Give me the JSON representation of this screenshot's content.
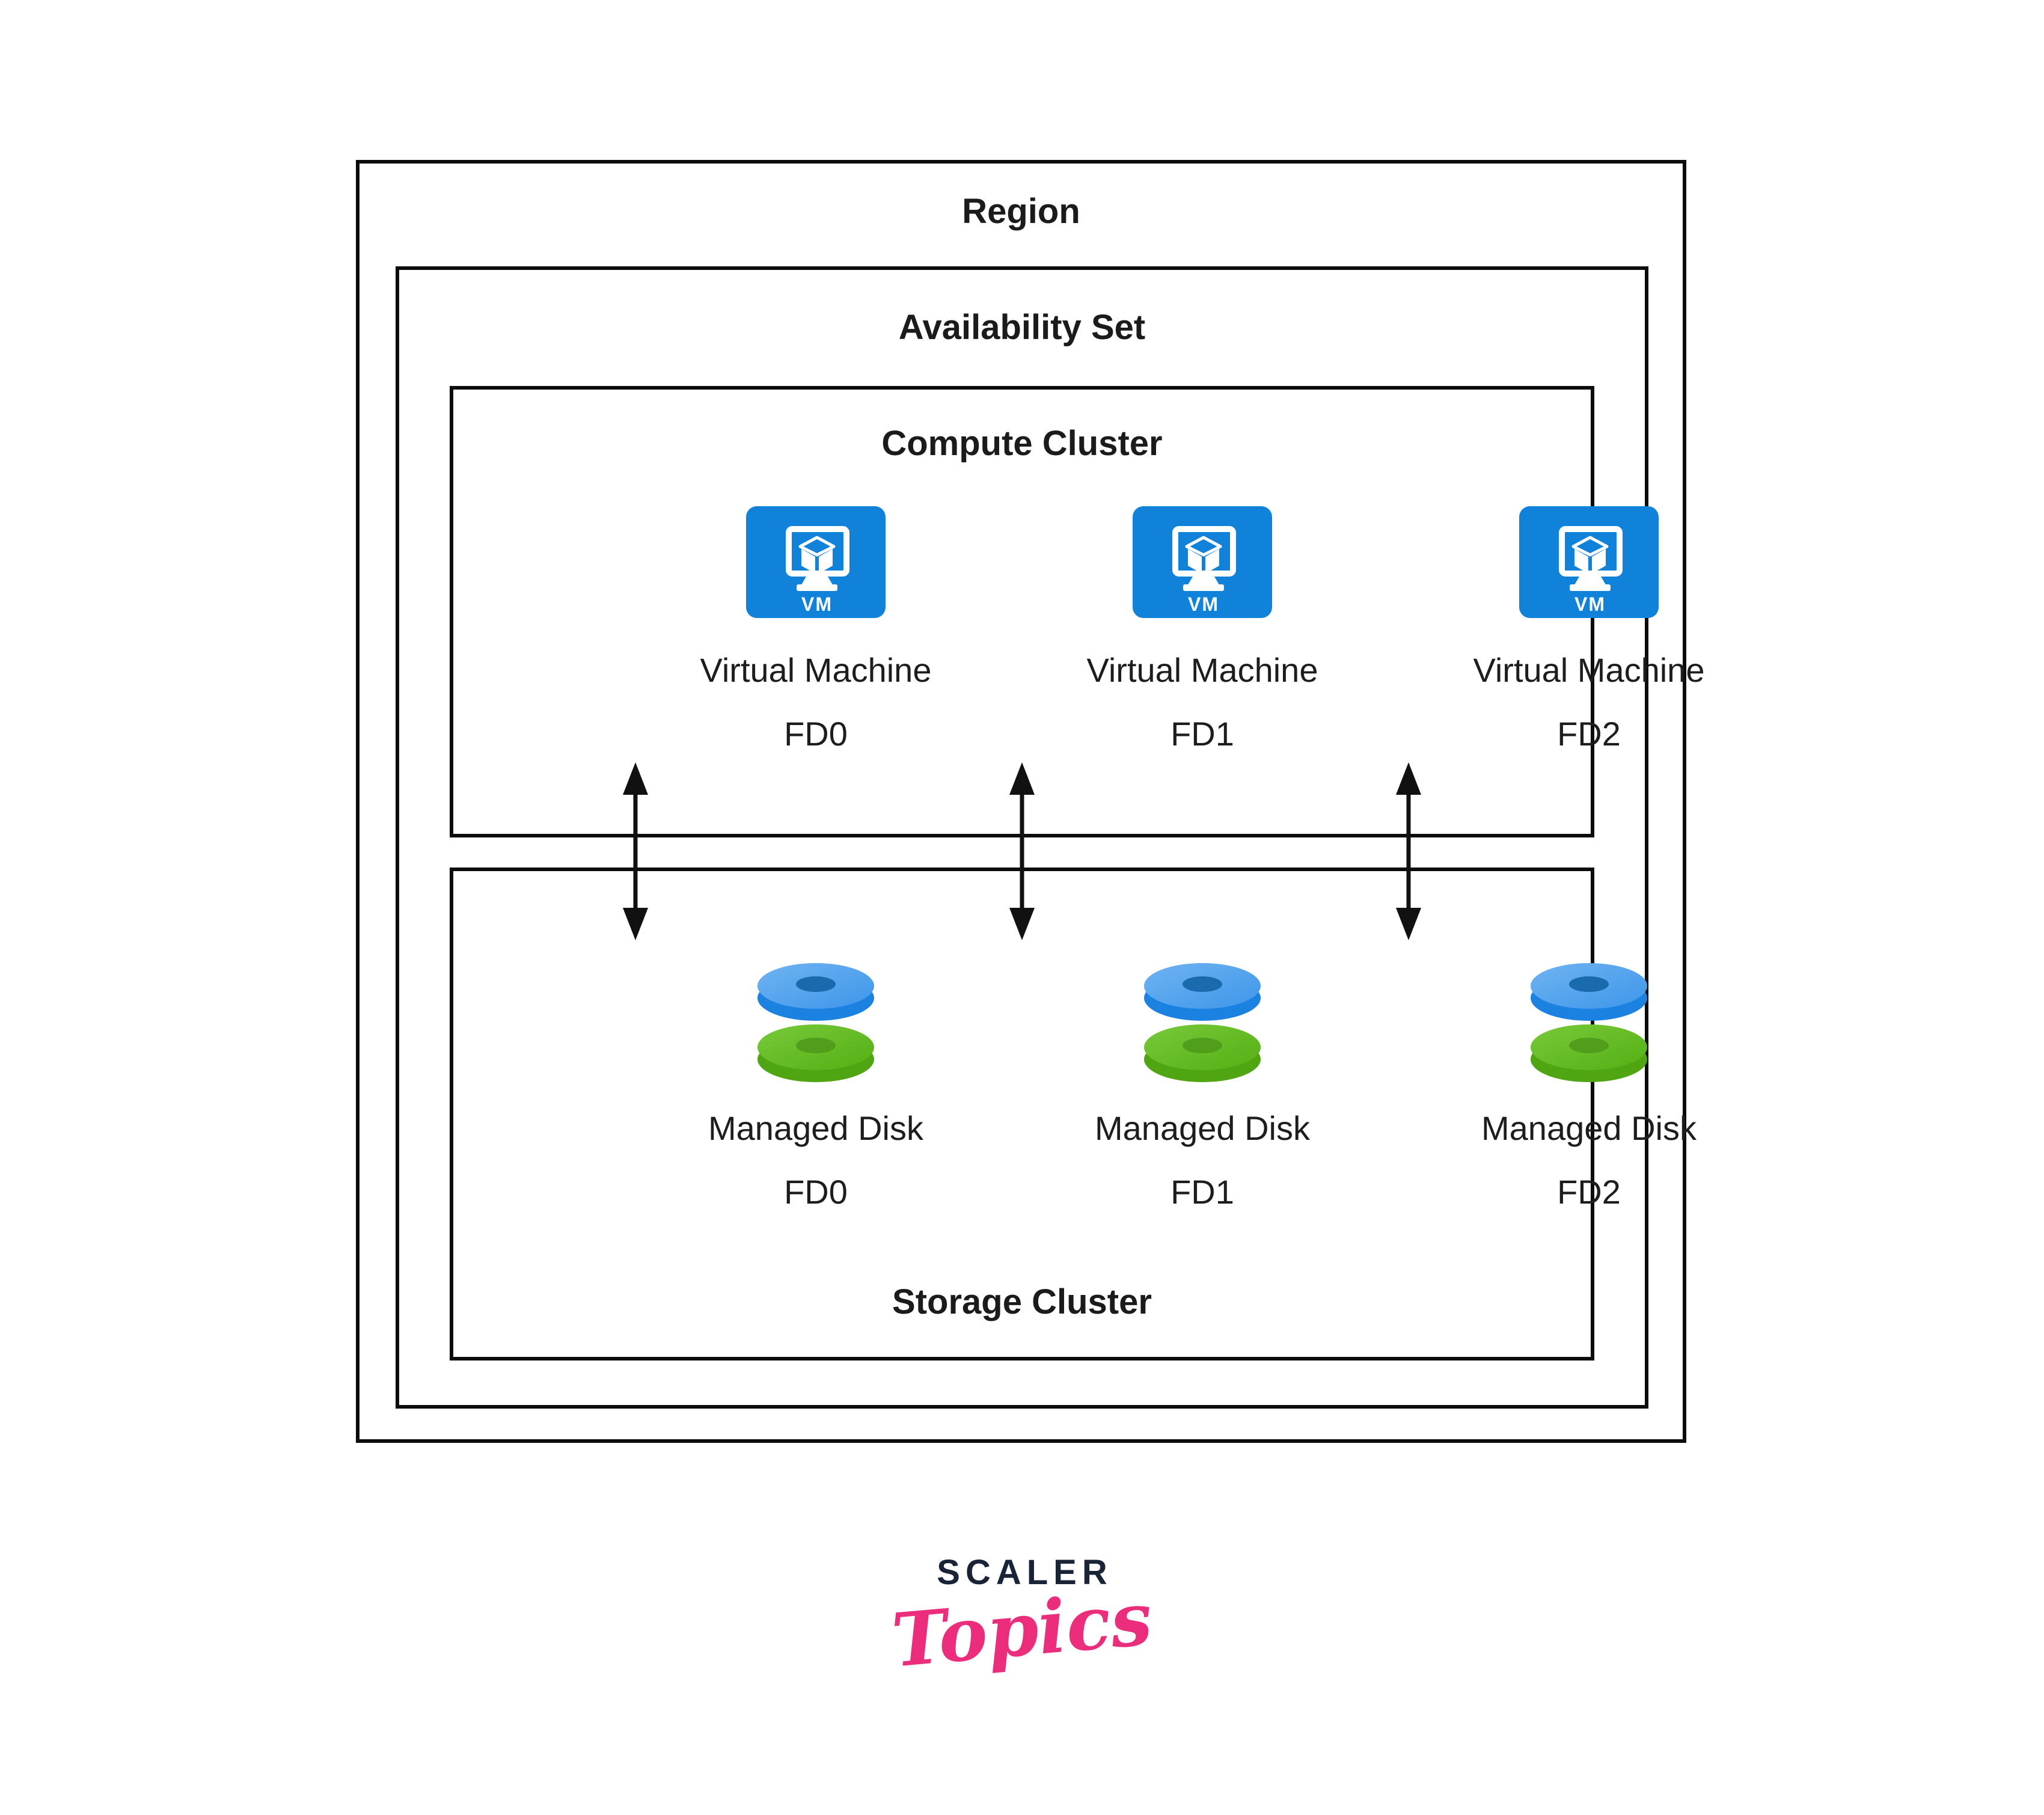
{
  "diagram": {
    "region_label": "Region",
    "availability_label": "Availability Set",
    "compute": {
      "title": "Compute Cluster",
      "vm_icon_label": "VM",
      "vms": [
        {
          "name": "Virtual Machine",
          "fd": "FD0"
        },
        {
          "name": "Virtual Machine",
          "fd": "FD1"
        },
        {
          "name": "Virtual Machine",
          "fd": "FD2"
        }
      ]
    },
    "storage": {
      "title": "Storage Cluster",
      "disks": [
        {
          "name": "Managed Disk",
          "fd": "FD0"
        },
        {
          "name": "Managed Disk",
          "fd": "FD1"
        },
        {
          "name": "Managed Disk",
          "fd": "FD2"
        }
      ]
    },
    "icons": {
      "vm": "vm-monitor-cube-icon",
      "disk": "stacked-managed-disks-icon",
      "connector": "double-headed-arrow-icon"
    }
  },
  "colors": {
    "vm_blue": "#1182d9",
    "disk_blue_top": "#55a4ea",
    "disk_blue_side": "#1b82e2",
    "disk_blue_hole": "#1a6aae",
    "disk_green_top": "#65bd25",
    "disk_green_side": "#4fa512",
    "disk_green_hole": "#519e1c",
    "border_black": "#0c0c0c",
    "logo_navy": "#1a2438",
    "logo_pink": "#ec2d7c"
  },
  "logo": {
    "brand": "SCALER",
    "sub": "Topics"
  }
}
